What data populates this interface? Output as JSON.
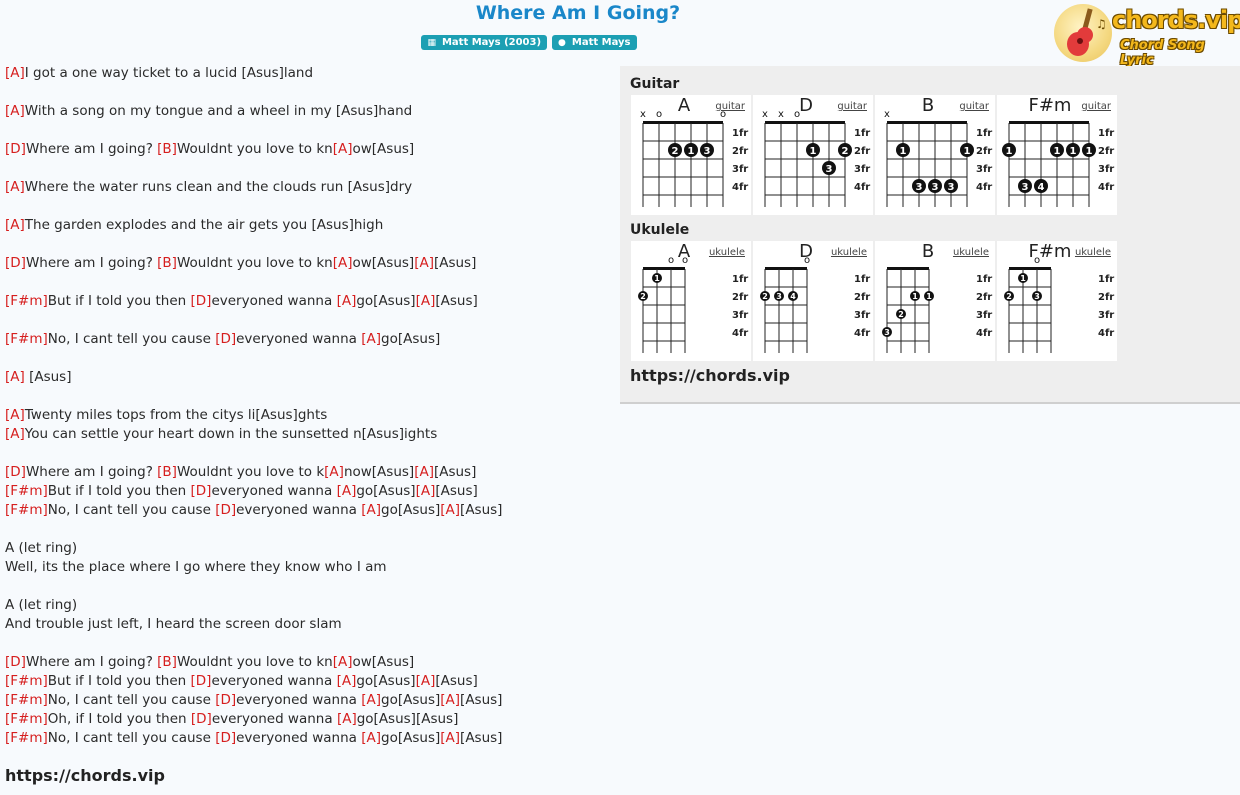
{
  "song": {
    "title": "Where Am I Going?",
    "tags": [
      {
        "icon": "album-icon",
        "label": "Matt Mays (2003)"
      },
      {
        "icon": "user-icon",
        "label": "Matt Mays"
      }
    ]
  },
  "logo": {
    "name": "chords.vip",
    "tagline": "Chord Song Lyric"
  },
  "lyrics": [
    {
      "line": 0,
      "parts": [
        [
          "[A]",
          true
        ],
        [
          "I got a one way ticket to a lucid [Asus]land",
          false
        ]
      ]
    },
    {
      "line": 2,
      "parts": [
        [
          "[A]",
          true
        ],
        [
          "With a song on my tongue and a wheel in my [Asus]hand",
          false
        ]
      ]
    },
    {
      "line": 4,
      "parts": [
        [
          "[D]",
          true
        ],
        [
          "Where am I going? ",
          false
        ],
        [
          "[B]",
          true
        ],
        [
          "Wouldnt you love to kn",
          false
        ],
        [
          "[A]",
          true
        ],
        [
          "ow[Asus]",
          false
        ]
      ]
    },
    {
      "line": 6,
      "parts": [
        [
          "[A]",
          true
        ],
        [
          "Where the water runs clean and the clouds run [Asus]dry",
          false
        ]
      ]
    },
    {
      "line": 8,
      "parts": [
        [
          "[A]",
          true
        ],
        [
          "The garden explodes and the air gets you [Asus]high",
          false
        ]
      ]
    },
    {
      "line": 10,
      "parts": [
        [
          "[D]",
          true
        ],
        [
          "Where am I going? ",
          false
        ],
        [
          "[B]",
          true
        ],
        [
          "Wouldnt you love to kn",
          false
        ],
        [
          "[A]",
          true
        ],
        [
          "ow[Asus]",
          false
        ],
        [
          "[A]",
          true
        ],
        [
          "[Asus]",
          false
        ]
      ]
    },
    {
      "line": 12,
      "parts": [
        [
          "[F#m]",
          true
        ],
        [
          "But if I told you then ",
          false
        ],
        [
          "[D]",
          true
        ],
        [
          "everyoned wanna ",
          false
        ],
        [
          "[A]",
          true
        ],
        [
          "go[Asus]",
          false
        ],
        [
          "[A]",
          true
        ],
        [
          "[Asus]",
          false
        ]
      ]
    },
    {
      "line": 14,
      "parts": [
        [
          "[F#m]",
          true
        ],
        [
          "No, I cant tell you cause ",
          false
        ],
        [
          "[D]",
          true
        ],
        [
          "everyoned wanna ",
          false
        ],
        [
          "[A]",
          true
        ],
        [
          "go[Asus]",
          false
        ]
      ]
    },
    {
      "line": 16,
      "parts": [
        [
          "[A]",
          true
        ],
        [
          " [Asus]",
          false
        ]
      ]
    },
    {
      "line": 18,
      "parts": [
        [
          "[A]",
          true
        ],
        [
          "Twenty miles tops from the citys li[Asus]ghts",
          false
        ]
      ]
    },
    {
      "line": 19,
      "parts": [
        [
          "[A]",
          true
        ],
        [
          "You can settle your heart down in the sunsetted n[Asus]ights",
          false
        ]
      ]
    },
    {
      "line": 21,
      "parts": [
        [
          "[D]",
          true
        ],
        [
          "Where am I going? ",
          false
        ],
        [
          "[B]",
          true
        ],
        [
          "Wouldnt you love to k",
          false
        ],
        [
          "[A]",
          true
        ],
        [
          "now[Asus]",
          false
        ],
        [
          "[A]",
          true
        ],
        [
          "[Asus]",
          false
        ]
      ]
    },
    {
      "line": 22,
      "parts": [
        [
          "[F#m]",
          true
        ],
        [
          "But if I told you then ",
          false
        ],
        [
          "[D]",
          true
        ],
        [
          "everyoned wanna ",
          false
        ],
        [
          "[A]",
          true
        ],
        [
          "go[Asus]",
          false
        ],
        [
          "[A]",
          true
        ],
        [
          "[Asus]",
          false
        ]
      ]
    },
    {
      "line": 23,
      "parts": [
        [
          "[F#m]",
          true
        ],
        [
          "No, I cant tell you cause ",
          false
        ],
        [
          "[D]",
          true
        ],
        [
          "everyoned wanna ",
          false
        ],
        [
          "[A]",
          true
        ],
        [
          "go[Asus]",
          false
        ],
        [
          "[A]",
          true
        ],
        [
          "[Asus]",
          false
        ]
      ]
    },
    {
      "line": 25,
      "parts": [
        [
          "A (let ring)",
          false
        ]
      ]
    },
    {
      "line": 26,
      "parts": [
        [
          "Well, its the place where I go where they know who I am",
          false
        ]
      ]
    },
    {
      "line": 28,
      "parts": [
        [
          "A (let ring)",
          false
        ]
      ]
    },
    {
      "line": 29,
      "parts": [
        [
          "And trouble just left, I heard the screen door slam",
          false
        ]
      ]
    },
    {
      "line": 31,
      "parts": [
        [
          "[D]",
          true
        ],
        [
          "Where am I going? ",
          false
        ],
        [
          "[B]",
          true
        ],
        [
          "Wouldnt you love to kn",
          false
        ],
        [
          "[A]",
          true
        ],
        [
          "ow[Asus]",
          false
        ]
      ]
    },
    {
      "line": 32,
      "parts": [
        [
          "[F#m]",
          true
        ],
        [
          "But if I told you then ",
          false
        ],
        [
          "[D]",
          true
        ],
        [
          "everyoned wanna ",
          false
        ],
        [
          "[A]",
          true
        ],
        [
          "go[Asus]",
          false
        ],
        [
          "[A]",
          true
        ],
        [
          "[Asus]",
          false
        ]
      ]
    },
    {
      "line": 33,
      "parts": [
        [
          "[F#m]",
          true
        ],
        [
          "No, I cant tell you cause ",
          false
        ],
        [
          "[D]",
          true
        ],
        [
          "everyoned wanna ",
          false
        ],
        [
          "[A]",
          true
        ],
        [
          "go[Asus]",
          false
        ],
        [
          "[A]",
          true
        ],
        [
          "[Asus]",
          false
        ]
      ]
    },
    {
      "line": 34,
      "parts": [
        [
          "[F#m]",
          true
        ],
        [
          "Oh, if I told you then ",
          false
        ],
        [
          "[D]",
          true
        ],
        [
          "everyoned wanna ",
          false
        ],
        [
          "[A]",
          true
        ],
        [
          "go[Asus][Asus]",
          false
        ]
      ]
    },
    {
      "line": 35,
      "parts": [
        [
          "[F#m]",
          true
        ],
        [
          "No, I cant tell you cause ",
          false
        ],
        [
          "[D]",
          true
        ],
        [
          "everyoned wanna ",
          false
        ],
        [
          "[A]",
          true
        ],
        [
          "go[Asus]",
          false
        ],
        [
          "[A]",
          true
        ],
        [
          "[Asus]",
          false
        ]
      ]
    }
  ],
  "site_url": "https://chords.vip",
  "chord_color": "#d61e1e",
  "accent_color": "#1a87c9",
  "fret_labels": [
    "1fr",
    "2fr",
    "3fr",
    "4fr"
  ],
  "guitar": {
    "label": "Guitar",
    "link": "guitar",
    "chords": [
      {
        "name": "A",
        "open": [
          "x",
          "o",
          "",
          "",
          "",
          "o"
        ],
        "dots": [
          [
            2,
            2,
            "2"
          ],
          [
            3,
            2,
            "1"
          ],
          [
            4,
            2,
            "3"
          ]
        ],
        "barre": null
      },
      {
        "name": "D",
        "open": [
          "x",
          "x",
          "o",
          "",
          "",
          ""
        ],
        "dots": [
          [
            3,
            2,
            "1"
          ],
          [
            5,
            2,
            "2"
          ],
          [
            4,
            3,
            "3"
          ]
        ],
        "barre": null
      },
      {
        "name": "B",
        "open": [
          "x",
          "",
          "",
          "",
          "",
          ""
        ],
        "dots": [
          [
            1,
            2,
            "1"
          ],
          [
            5,
            2,
            "1"
          ],
          [
            2,
            4,
            "3"
          ],
          [
            3,
            4,
            "3"
          ],
          [
            4,
            4,
            "3"
          ]
        ],
        "barre": null
      },
      {
        "name": "F#m",
        "open": [
          "",
          "",
          "",
          "",
          "",
          ""
        ],
        "dots": [
          [
            0,
            2,
            "1"
          ],
          [
            3,
            2,
            "1"
          ],
          [
            4,
            2,
            "1"
          ],
          [
            5,
            2,
            "1"
          ],
          [
            1,
            4,
            "3"
          ],
          [
            2,
            4,
            "4"
          ]
        ],
        "barre": null
      }
    ]
  },
  "ukulele": {
    "label": "Ukulele",
    "link": "ukulele",
    "chords": [
      {
        "name": "A",
        "open": [
          "",
          "",
          "o",
          "o"
        ],
        "dots": [
          [
            0,
            2,
            "2"
          ],
          [
            1,
            1,
            "1"
          ]
        ]
      },
      {
        "name": "D",
        "open": [
          "",
          "",
          "",
          "o"
        ],
        "dots": [
          [
            0,
            2,
            "2"
          ],
          [
            1,
            2,
            "3"
          ],
          [
            2,
            2,
            "4"
          ]
        ]
      },
      {
        "name": "B",
        "open": [
          "",
          "",
          "",
          ""
        ],
        "dots": [
          [
            0,
            4,
            "3"
          ],
          [
            1,
            3,
            "2"
          ],
          [
            2,
            2,
            "1"
          ],
          [
            3,
            2,
            "1"
          ]
        ]
      },
      {
        "name": "F#m",
        "open": [
          "",
          "",
          "o",
          ""
        ],
        "dots": [
          [
            0,
            2,
            "2"
          ],
          [
            1,
            1,
            "1"
          ],
          [
            2,
            2,
            "3"
          ]
        ]
      }
    ]
  }
}
